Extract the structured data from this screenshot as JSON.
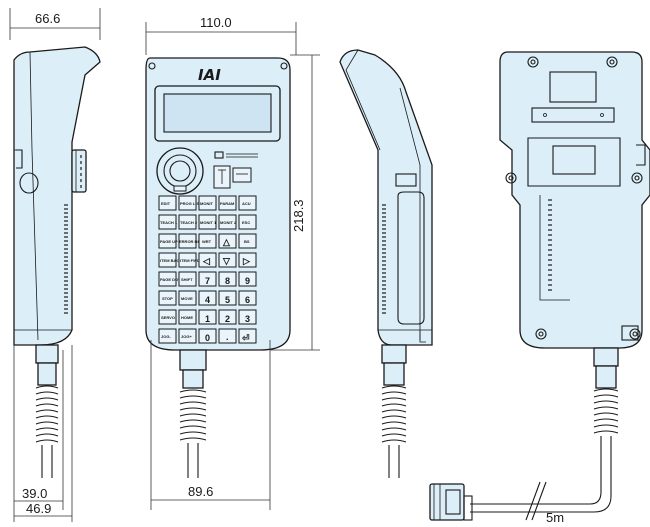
{
  "dimensions": {
    "side_top_width": "66.6",
    "front_width_top": "110.0",
    "front_height": "218.3",
    "side_bottom_inner": "39.0",
    "side_bottom_outer": "46.9",
    "front_bottom_width": "89.6",
    "cable_length": "5m"
  },
  "brand_logo": "IAI",
  "keys": [
    [
      "EDIT",
      "PROG LIST",
      "MONIT",
      "PARAM",
      "ACU"
    ],
    [
      "TEACH 1",
      "TEACH 2",
      "MONIT 1",
      "MONIT 2",
      "ESC"
    ],
    [
      "PAGE UP",
      "ERROR RESET",
      "WRT",
      "△",
      "BS"
    ],
    [
      "ITEM BACK",
      "ITEM FWD",
      "◁",
      "▽",
      "▷"
    ],
    [
      "PAGE DOWN",
      "SHIFT",
      "7",
      "8",
      "9"
    ],
    [
      "STOP",
      "MOVE",
      "4",
      "5",
      "6"
    ],
    [
      "SERVO",
      "HOME",
      "1",
      "2",
      "3"
    ],
    [
      "JOG-",
      "JOG+",
      "0",
      ".",
      "⏎"
    ]
  ],
  "colors": {
    "body_fill": "#dceef8",
    "outline": "#1a1a1a"
  }
}
